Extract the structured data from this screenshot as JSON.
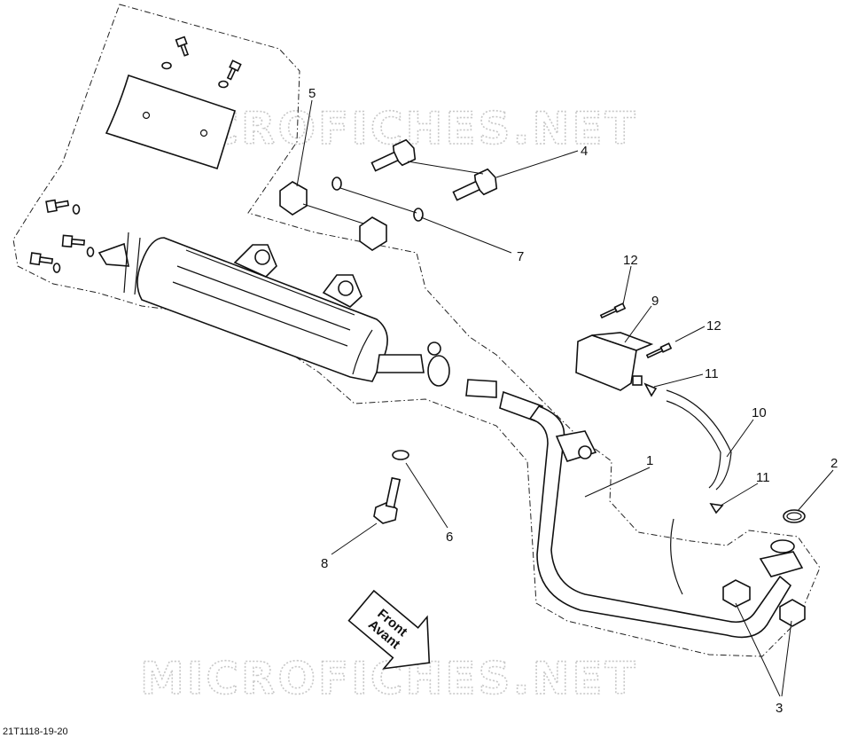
{
  "watermark": "MICROFICHES.NET",
  "reference": "21T1118-19-20",
  "direction_arrow": [
    "Front",
    "Avant"
  ],
  "callouts": [
    "1",
    "2",
    "3",
    "4",
    "5",
    "6",
    "7",
    "8",
    "9",
    "10",
    "11",
    "11",
    "12",
    "12"
  ]
}
